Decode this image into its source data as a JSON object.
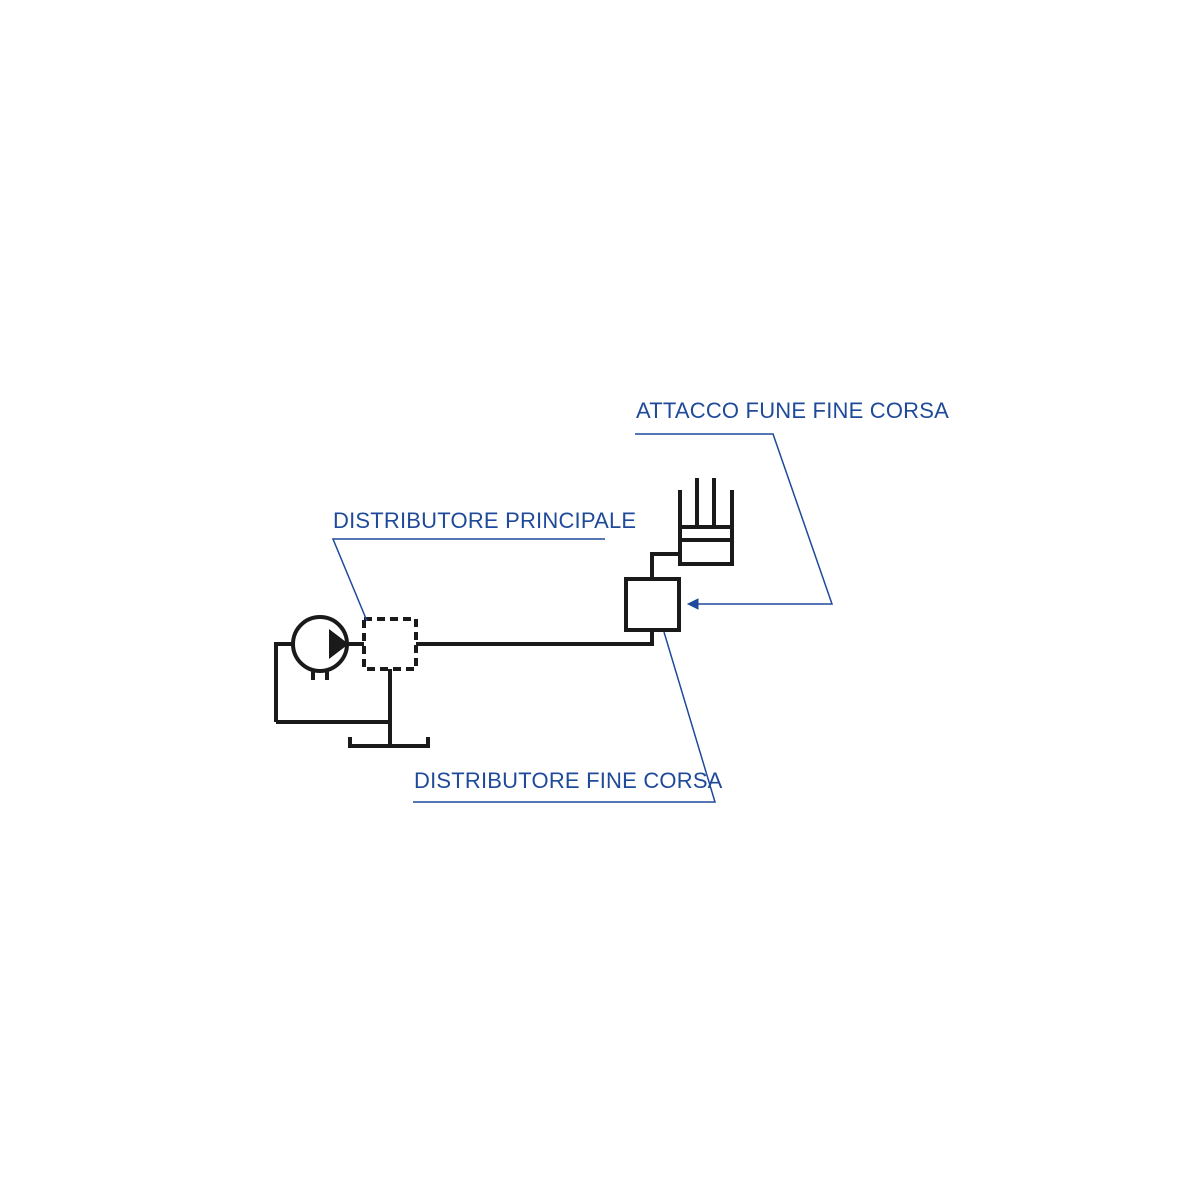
{
  "colors": {
    "line": "#1a1a1a",
    "callout": "#1f4a9a",
    "background": "#ffffff"
  },
  "labels": {
    "main_distributor": "DISTRIBUTORE PRINCIPALE",
    "limit_rope": "ATTACCO FUNE FINE CORSA",
    "limit_distributor": "DISTRIBUTORE FINE CORSA"
  }
}
